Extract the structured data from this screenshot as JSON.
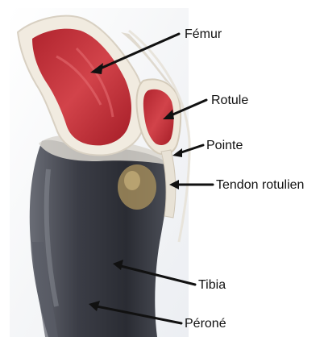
{
  "labels": {
    "femur": "Fémur",
    "rotule": "Rotule",
    "pointe": "Pointe",
    "tendon": "Tendon rotulien",
    "tibia": "Tibia",
    "perone": "Péroné"
  },
  "colors": {
    "bone_marrow": "#c8323a",
    "bone_shell": "#f2ece2",
    "tibia_dark": "#3a3c44",
    "patella_outline": "#e9e3d6",
    "arrow": "#111111"
  }
}
